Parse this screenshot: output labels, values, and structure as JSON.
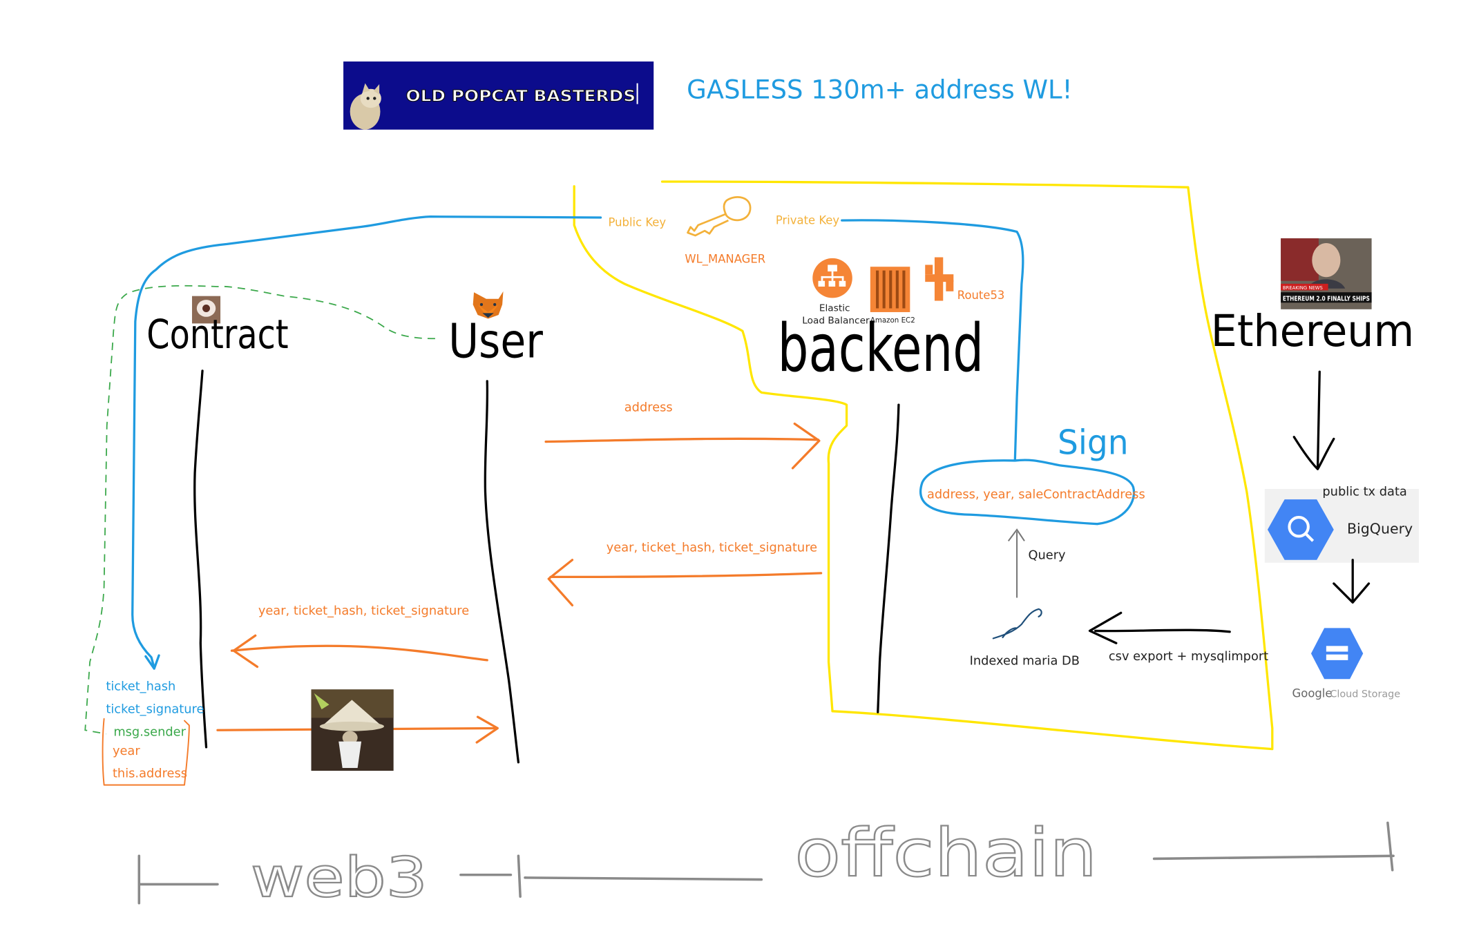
{
  "colors": {
    "blue": "#1f9be0",
    "orange": "#f47b2a",
    "yellow": "#ffe600",
    "green": "#3aa84a",
    "gray": "#8a8a8a",
    "black": "#000000"
  },
  "banner": {
    "title": "OLD POPCAT BASTERDS"
  },
  "headline": "GASLESS 130m+ address WL!",
  "actors": {
    "contract": "Contract",
    "user": "User",
    "backend": "backend",
    "ethereum": "Ethereum"
  },
  "keys": {
    "public": "Public Key",
    "private": "Private Key",
    "manager": "WL_MANAGER"
  },
  "aws": {
    "elb_line1": "Elastic",
    "elb_line2": "Load Balancer",
    "ec2": "Amazon EC2",
    "route53": "Route53"
  },
  "messages": {
    "user_to_backend": "address",
    "backend_to_user": "year, ticket_hash, ticket_signature",
    "user_to_contract": "year, ticket_hash, ticket_signature"
  },
  "sign": {
    "label": "Sign",
    "payload": "address, year, saleContractAddress"
  },
  "database": {
    "query": "Query",
    "name": "Indexed maria DB",
    "import": "csv export + mysqlimport"
  },
  "ethereum_news": {
    "tag": "BREAKING NEWS",
    "headline": "ETHEREUM 2.0 FINALLY SHIPS"
  },
  "gcp": {
    "bigquery_caption": "public tx data",
    "bigquery": "BigQuery",
    "storage_brand": "Google",
    "storage_product": "Cloud Storage"
  },
  "contract_params": [
    "ticket_hash",
    "ticket_signature",
    "msg.sender",
    "year",
    "this.address"
  ],
  "footer": {
    "web3": "web3",
    "offchain": "offchain"
  }
}
